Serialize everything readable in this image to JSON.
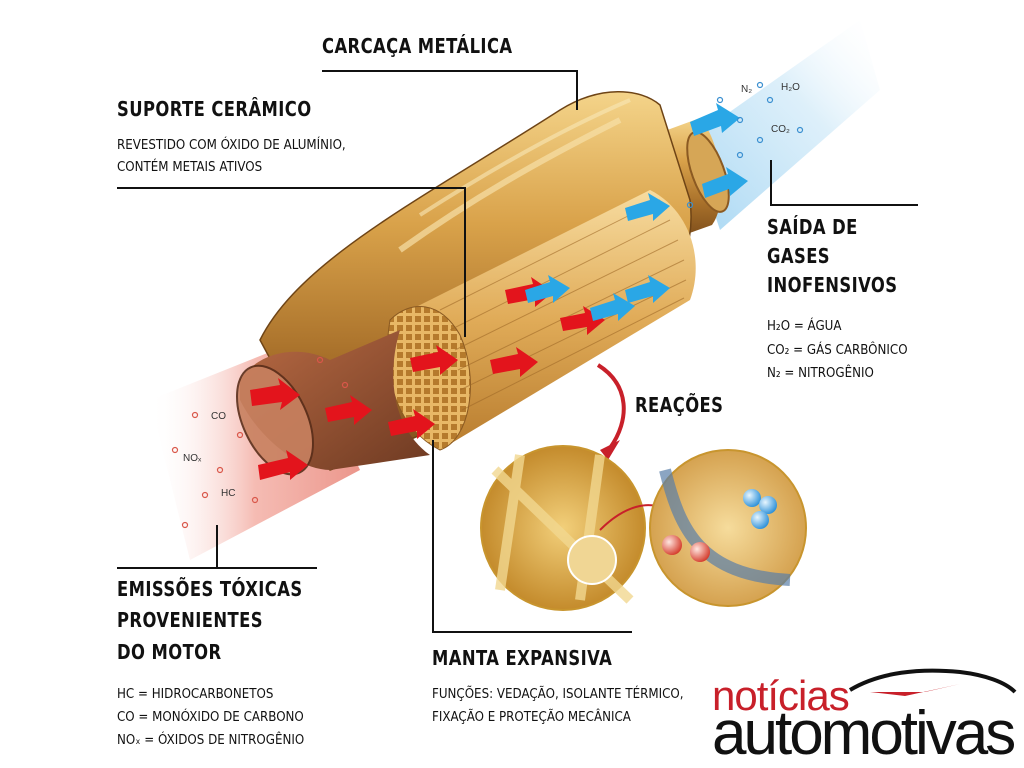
{
  "labels": {
    "carcaca": "CARCAÇA METÁLICA",
    "suporte_title": "SUPORTE CERÂMICO",
    "suporte_desc1": "REVESTIDO COM ÓXIDO DE ALUMÍNIO,",
    "suporte_desc2": "CONTÉM METAIS ATIVOS",
    "saida1": "SAÍDA DE",
    "saida2": "GASES",
    "saida3": "INOFENSIVOS",
    "saida_h2o": "H₂O = ÁGUA",
    "saida_co2": "CO₂ = GÁS CARBÔNICO",
    "saida_n2": "N₂ = NITROGÊNIO",
    "reacoes": "REAÇÕES",
    "emissoes1": "EMISSÕES TÓXICAS",
    "emissoes2": "PROVENIENTES",
    "emissoes3": "DO MOTOR",
    "emissoes_hc": "HC = HIDROCARBONETOS",
    "emissoes_co": "CO = MONÓXIDO DE CARBONO",
    "emissoes_nox": "NOₓ = ÓXIDOS DE NITROGÊNIO",
    "manta_title": "MANTA EXPANSIVA",
    "manta_desc1": "FUNÇÕES: VEDAÇÃO, ISOLANTE TÉRMICO,",
    "manta_desc2": "FIXAÇÃO E PROTEÇÃO MECÂNICA"
  },
  "molecules_in": {
    "co": "CO",
    "nox": "NOₓ",
    "hc": "HC"
  },
  "molecules_out": {
    "n2": "N₂",
    "h2o": "H₂O",
    "co2": "CO₂"
  },
  "brand": {
    "line1": "notícias",
    "line2": "automotivas"
  },
  "colors": {
    "brand_red": "#c8202a",
    "hot_arrow": "#e3141c",
    "cool_arrow": "#2aa7e6",
    "shell": "#c9953a"
  }
}
